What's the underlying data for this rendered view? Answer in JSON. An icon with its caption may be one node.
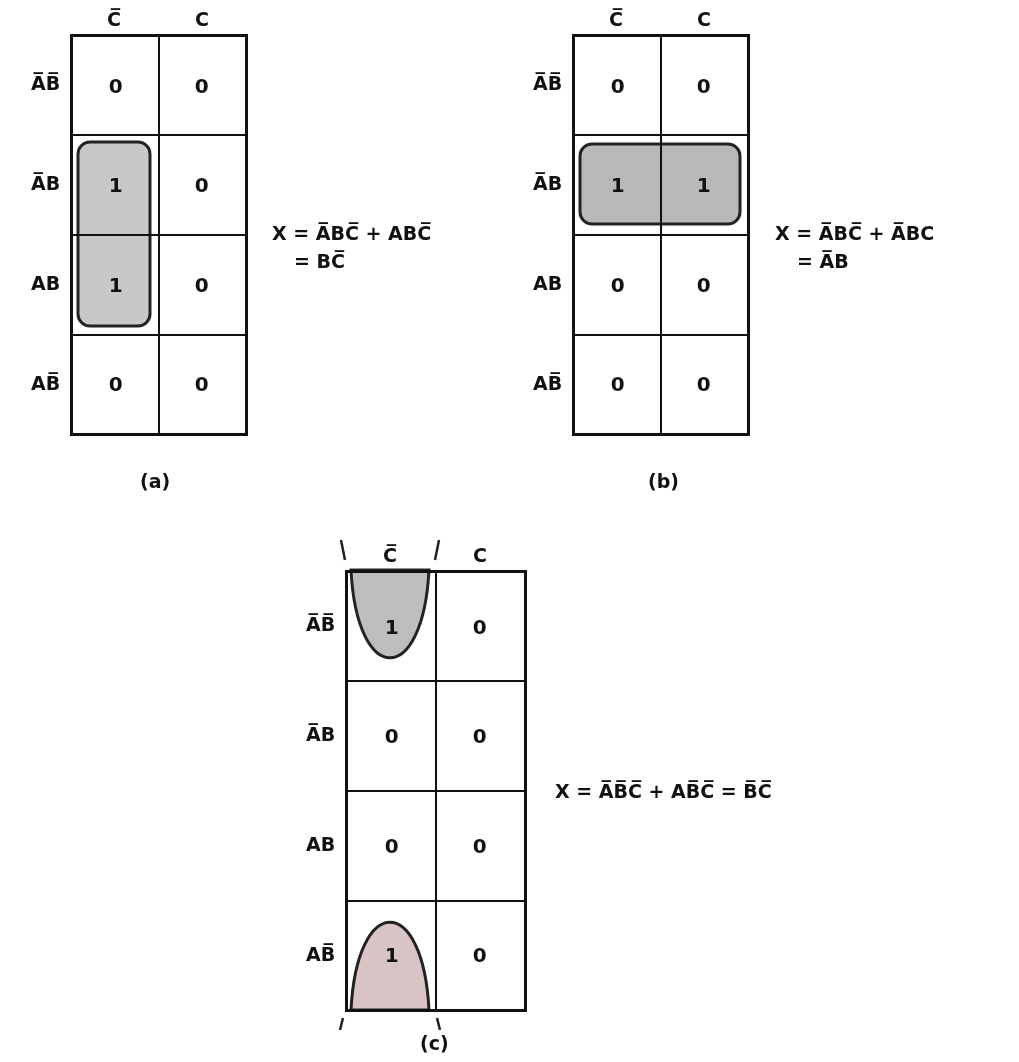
{
  "diagram": {
    "nodes": [
      {
        "text": [],
        "shape": "box"
      },
      {
        "text": [],
        "shape": "box"
      },
      {
        "text": [],
        "shape": "oval"
      },
      {
        "text": [],
        "shape": "oval"
      }
    ],
    "labels": [
      "C̅",
      "C",
      "A̅B̅",
      "0",
      "0",
      "A̅B",
      "1",
      "0",
      "AB",
      "1",
      "0",
      "AB̅",
      "0",
      "0",
      "X = A̅BC̅ + ABC̅",
      "= BC̅",
      "(a)",
      "C̅",
      "C",
      "A̅B̅",
      "0",
      "0",
      "A̅B",
      "1",
      "1",
      "AB",
      "0",
      "0",
      "AB̅",
      "0",
      "0",
      "X = A̅BC̅ + A̅BC",
      "= A̅B",
      "(b)",
      "C̅",
      "C",
      "A̅B̅",
      "1",
      "0",
      "A̅B",
      "0",
      "0",
      "AB",
      "0",
      "0",
      "AB̅",
      "1",
      "0",
      "X = A̅B̅C̅ + AB̅C̅ = B̅C̅",
      "(c)"
    ]
  }
}
